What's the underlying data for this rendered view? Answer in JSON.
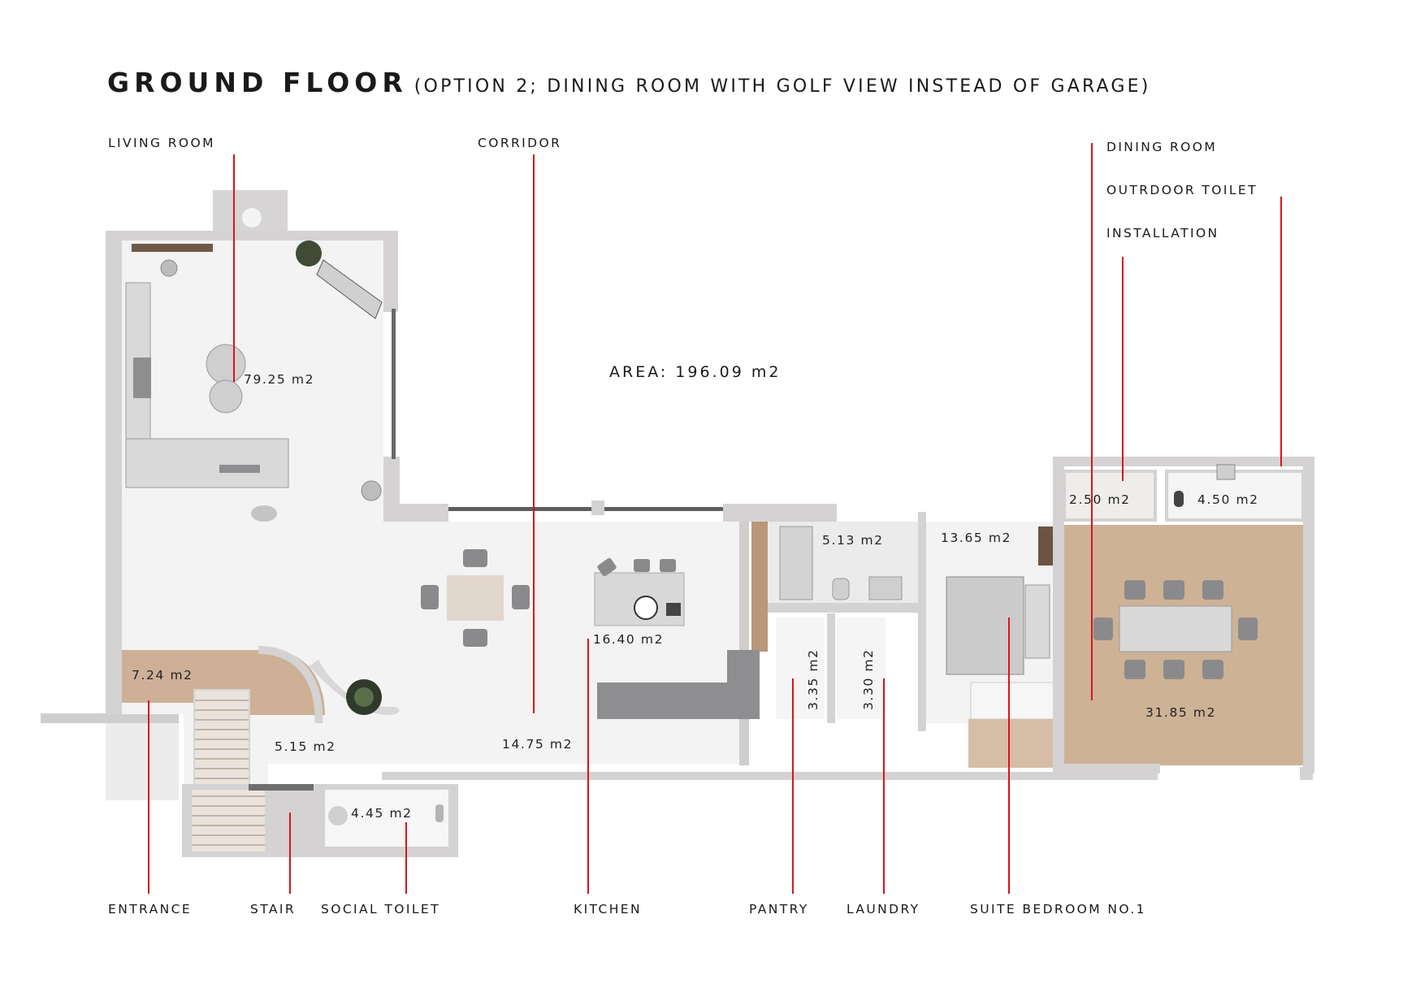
{
  "title": {
    "main": "GROUND FLOOR",
    "sub": "(OPTION 2; DINING ROOM WITH GOLF VIEW INSTEAD OF GARAGE)"
  },
  "total_area": "AREA: 196.09 m2",
  "labels": {
    "living_room": "LIVING ROOM",
    "corridor": "CORRIDOR",
    "dining_room": "DINING ROOM",
    "outdoor_toilet": "OUTRDOOR TOILET",
    "installation": "INSTALLATION",
    "entrance": "ENTRANCE",
    "stair": "STAIR",
    "social_toilet": "SOCIAL TOILET",
    "kitchen": "KITCHEN",
    "pantry": "PANTRY",
    "laundry": "LAUNDRY",
    "suite_bedroom": "SUITE BEDROOM NO.1"
  },
  "areas": {
    "living_room": "79.25 m2",
    "entrance": "7.24 m2",
    "stair_hall": "5.15 m2",
    "corridor": "14.75 m2",
    "kitchen": "16.40 m2",
    "bathroom": "5.13 m2",
    "bedroom": "13.65 m2",
    "pantry": "3.35 m2",
    "laundry": "3.30 m2",
    "social_toilet": "4.45 m2",
    "installation": "2.50 m2",
    "outdoor_toilet": "4.50 m2",
    "dining_room": "31.85 m2"
  },
  "colors": {
    "wall": "#d4d2d2",
    "floor": "#f2f2f2",
    "wood": "#c8a98c",
    "leader": "#d8141c",
    "furniture": "#8a8a8c"
  }
}
